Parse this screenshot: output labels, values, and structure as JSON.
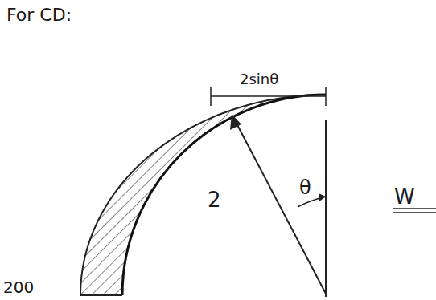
{
  "diagram": {
    "labels": [
      "For CD:",
      "2sinθ",
      "2",
      "θ",
      "200",
      "W"
    ]
  }
}
